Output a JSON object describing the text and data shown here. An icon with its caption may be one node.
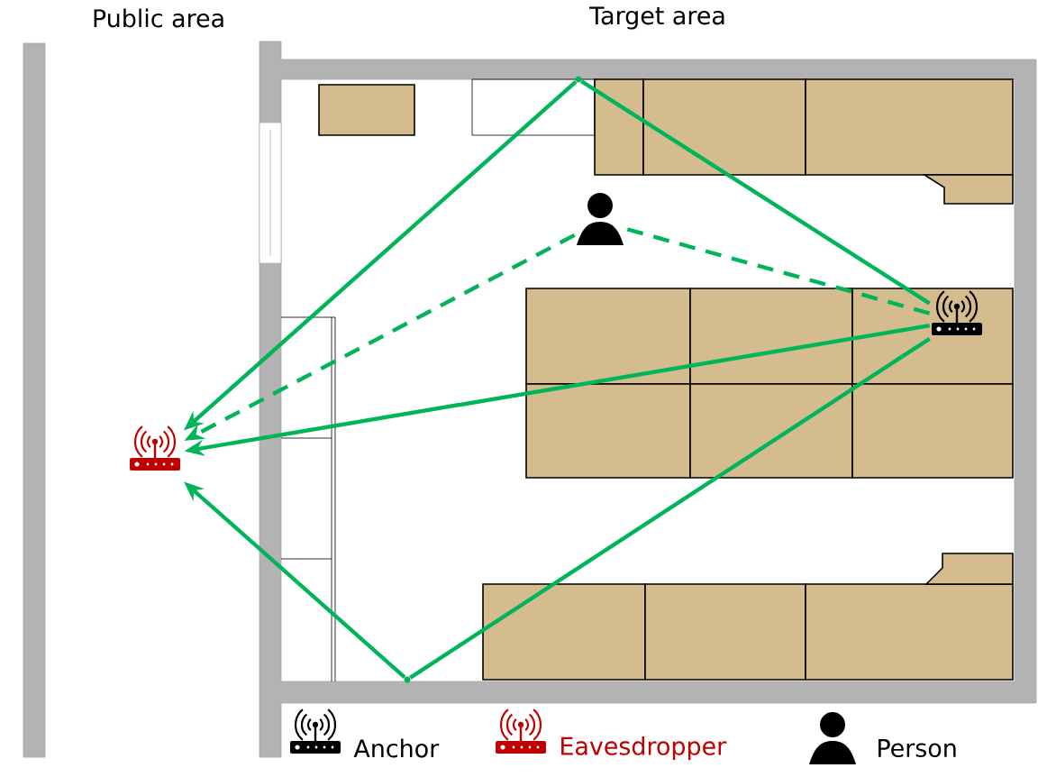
{
  "diagram": {
    "nodes": [
      {
        "text": [],
        "shape": "router"
      },
      {
        "text": [],
        "shape": "router"
      },
      {
        "text": [],
        "shape": "person"
      },
      {
        "text": [],
        "shape": "point"
      },
      {
        "text": [],
        "shape": "point"
      }
    ],
    "edges": [
      {
        "from": 0,
        "to": 3,
        "arrow": "none"
      },
      {
        "from": 3,
        "to": 1,
        "arrow": "to"
      },
      {
        "from": 0,
        "to": 2,
        "arrow": "none",
        "style": "dashed"
      },
      {
        "from": 2,
        "to": 1,
        "arrow": "to",
        "style": "dashed"
      },
      {
        "from": 0,
        "to": 1,
        "arrow": "to"
      },
      {
        "from": 0,
        "to": 4,
        "arrow": "none"
      },
      {
        "from": 4,
        "to": 1,
        "arrow": "to"
      }
    ],
    "labels": [
      "Public area",
      "Target area"
    ],
    "legend": [
      {
        "text": "Anchor"
      },
      {
        "text": "Eavesdropper"
      },
      {
        "text": "Person"
      }
    ]
  }
}
